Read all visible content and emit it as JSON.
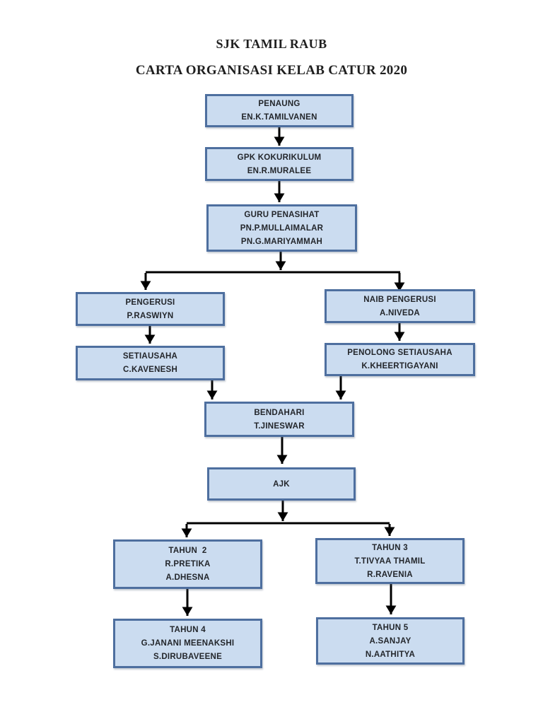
{
  "header": {
    "school": "SJK TAMIL RAUB",
    "title": "CARTA ORGANISASI KELAB CATUR 2020"
  },
  "colors": {
    "page_background": "#ffffff",
    "node_fill": "#cbdcf0",
    "node_border": "#4e6f9f",
    "node_text": "#23262b",
    "title_text": "#1f1f1f",
    "connector_line": "#000000"
  },
  "org": {
    "nodes": [
      {
        "id": "penaung",
        "role": "PENAUNG",
        "members": [
          "EN.K.TAMILVANEN"
        ]
      },
      {
        "id": "gpk-kokurikulum",
        "role": "GPK KOKURIKULUM",
        "members": [
          "EN.R.MURALEE"
        ]
      },
      {
        "id": "guru-penasihat",
        "role": "GURU PENASIHAT",
        "members": [
          "PN.P.MULLAIMALAR",
          "PN.G.MARIYAMMAH"
        ]
      },
      {
        "id": "pengerusi",
        "role": "PENGERUSI",
        "members": [
          "P.RASWIYN"
        ]
      },
      {
        "id": "naib-pengerusi",
        "role": "NAIB PENGERUSI",
        "members": [
          "A.NIVEDA"
        ]
      },
      {
        "id": "setiausaha",
        "role": "SETIAUSAHA",
        "members": [
          "C.KAVENESH"
        ]
      },
      {
        "id": "penolong-setiausaha",
        "role": "PENOLONG SETIAUSAHA",
        "members": [
          "K.KHEERTIGAYANI"
        ]
      },
      {
        "id": "bendahari",
        "role": "BENDAHARI",
        "members": [
          "T.JINESWAR"
        ]
      },
      {
        "id": "ajk",
        "role": "AJK",
        "members": []
      },
      {
        "id": "tahun-2",
        "role": "TAHUN  2",
        "members": [
          "R.PRETIKA",
          "A.DHESNA"
        ]
      },
      {
        "id": "tahun-3",
        "role": "TAHUN 3",
        "members": [
          "T.TIVYAA THAMIL",
          "R.RAVENIA"
        ]
      },
      {
        "id": "tahun-4",
        "role": "TAHUN 4",
        "members": [
          "G.JANANI MEENAKSHI",
          "S.DIRUBAVEENE"
        ]
      },
      {
        "id": "tahun-5",
        "role": "TAHUN 5",
        "members": [
          "A.SANJAY",
          "N.AATHITYA"
        ]
      }
    ]
  }
}
